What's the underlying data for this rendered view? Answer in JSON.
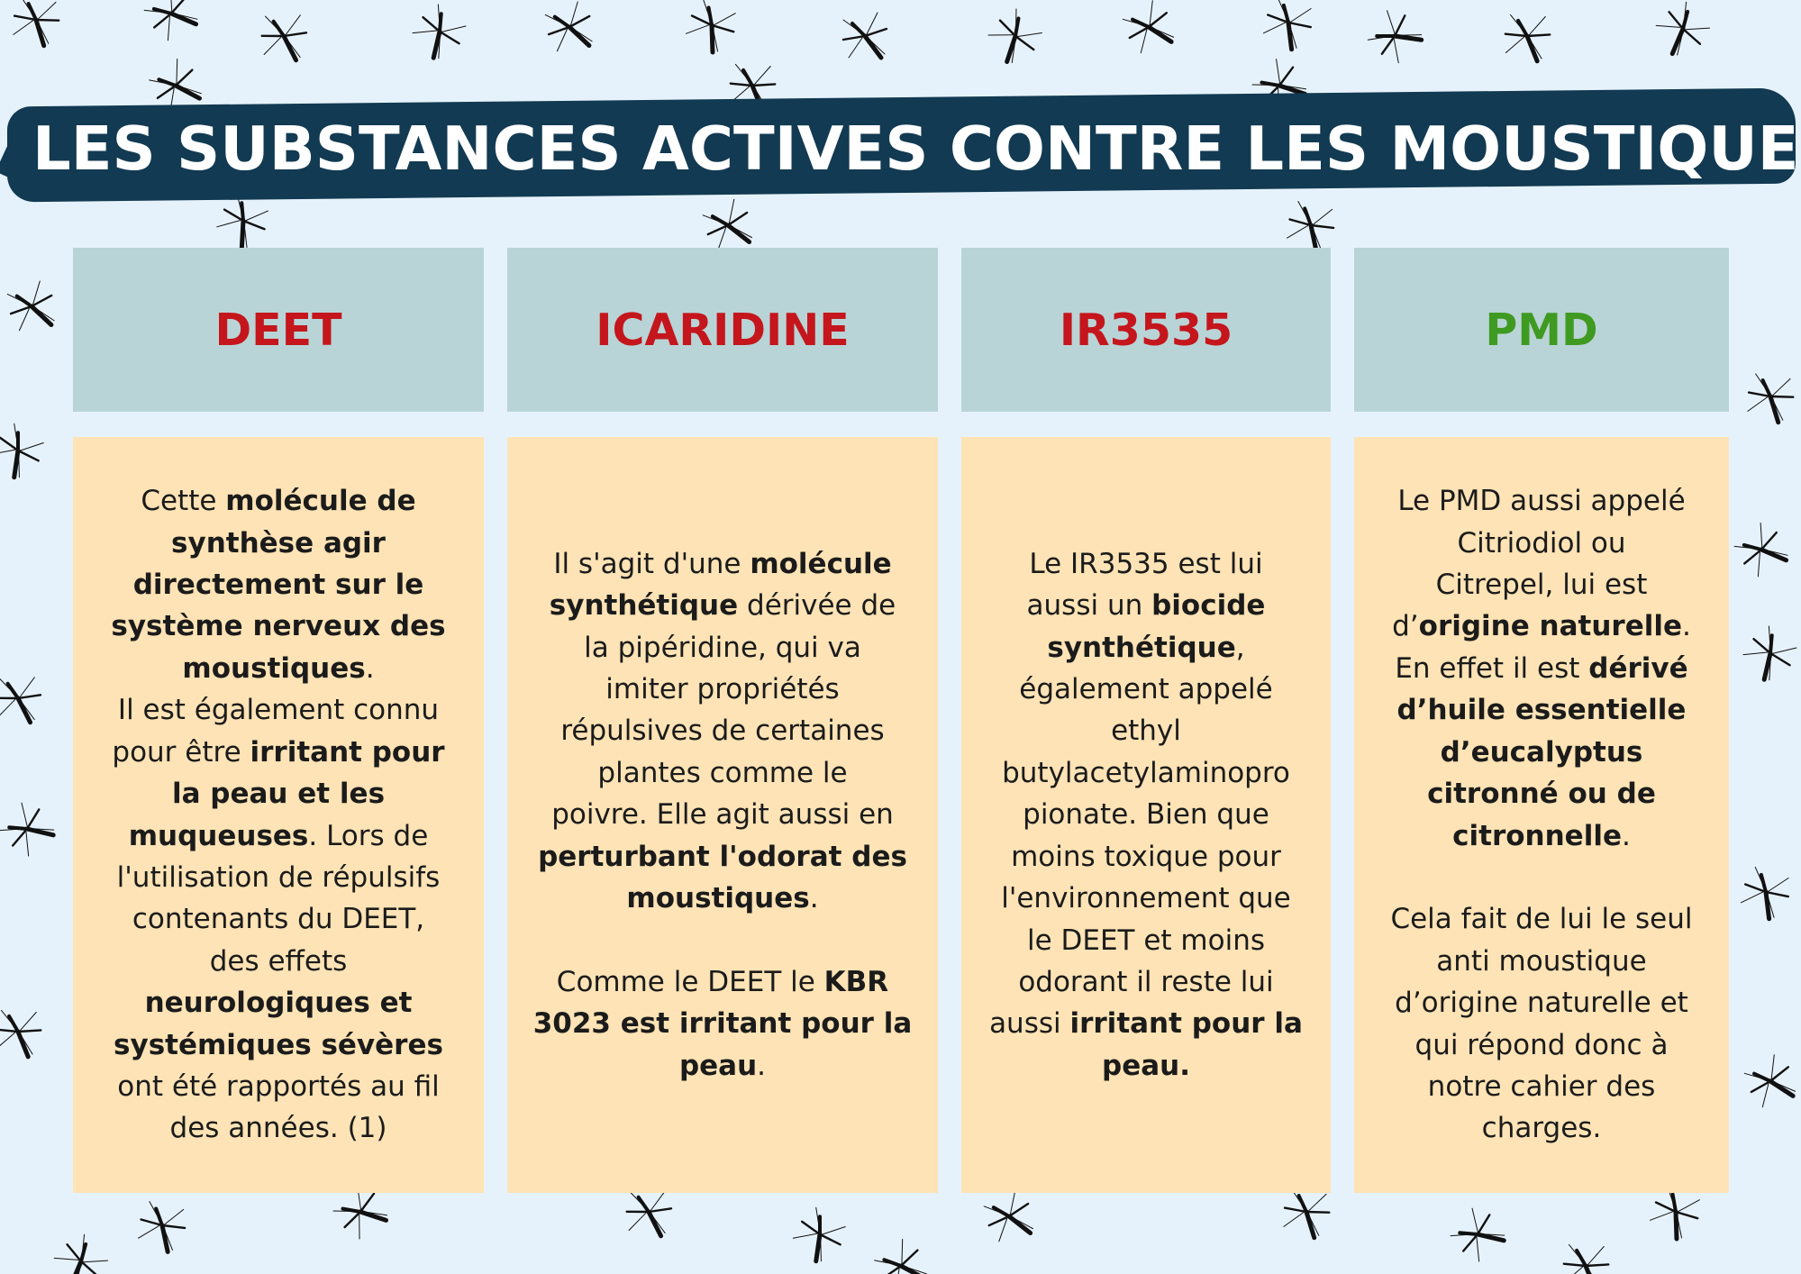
{
  "title": "LES SUBSTANCES ACTIVES CONTRE LES MOUSTIQUES",
  "colors": {
    "background": "#e6f2fb",
    "banner": "#123a52",
    "header_bg": "#b9d4d6",
    "body_bg": "#fde3b5",
    "red": "#c4161c",
    "green": "#3f9a22"
  },
  "columns": [
    {
      "name": "DEET",
      "name_color": "#c4161c",
      "text": [
        [
          "Cette ",
          "molécule de"
        ],
        [
          "",
          "synthèse agir"
        ],
        [
          "",
          "directement sur le"
        ],
        [
          "",
          "système nerveux des"
        ],
        [
          "",
          "moustiques",
          "."
        ],
        [
          "Il est également connu"
        ],
        [
          "pour être ",
          "irritant pour"
        ],
        [
          "",
          "la peau et les"
        ],
        [
          "",
          "muqueuses",
          ". Lors de"
        ],
        [
          "l'utilisation de répulsifs"
        ],
        [
          "contenants du DEET,"
        ],
        [
          "des effets"
        ],
        [
          "",
          "neurologiques et"
        ],
        [
          "",
          "systémiques sévères"
        ],
        [
          "ont été rapportés au fil"
        ],
        [
          "des années. (1)"
        ]
      ]
    },
    {
      "name": "ICARIDINE",
      "name_color": "#c4161c",
      "text": [
        [
          "Il s'agit d'une ",
          "molécule"
        ],
        [
          "",
          "synthétique",
          " dérivée de"
        ],
        [
          "la pipéridine, qui va"
        ],
        [
          "imiter propriétés"
        ],
        [
          "répulsives de certaines"
        ],
        [
          "plantes comme le"
        ],
        [
          "poivre. Elle agit aussi en"
        ],
        [
          "",
          "perturbant l'odorat des"
        ],
        [
          "",
          "moustiques",
          "."
        ],
        [],
        [
          "Comme le DEET le ",
          "KBR"
        ],
        [
          "",
          "3023 est irritant pour la"
        ],
        [
          "",
          "peau",
          "."
        ]
      ]
    },
    {
      "name": "IR3535",
      "name_color": "#c4161c",
      "text": [
        [
          "Le IR3535 est lui"
        ],
        [
          "aussi un ",
          "biocide"
        ],
        [
          "",
          "synthétique",
          ","
        ],
        [
          "également appelé"
        ],
        [
          "ethyl"
        ],
        [
          "butylacetylaminopro"
        ],
        [
          "pionate.  Bien que"
        ],
        [
          "moins toxique pour"
        ],
        [
          "l'environnement que"
        ],
        [
          "le DEET et moins"
        ],
        [
          "odorant il reste lui"
        ],
        [
          "aussi ",
          "irritant pour la"
        ],
        [
          "",
          "peau."
        ]
      ]
    },
    {
      "name": "PMD",
      "name_color": "#3f9a22",
      "text": [
        [
          "Le PMD aussi appelé"
        ],
        [
          "Citriodiol ou"
        ],
        [
          "Citrepel, lui est"
        ],
        [
          "d’",
          "origine naturelle",
          "."
        ],
        [
          "En effet il est ",
          "dérivé"
        ],
        [
          "",
          "d’huile essentielle"
        ],
        [
          "",
          "d’eucalyptus"
        ],
        [
          "",
          "citronné ou de"
        ],
        [
          "",
          "citronnelle",
          "."
        ],
        [],
        [
          "Cela fait de lui le seul"
        ],
        [
          "anti moustique"
        ],
        [
          "d’origine naturelle et"
        ],
        [
          "qui répond donc à"
        ],
        [
          "notre cahier des"
        ],
        [
          "charges."
        ]
      ]
    }
  ]
}
